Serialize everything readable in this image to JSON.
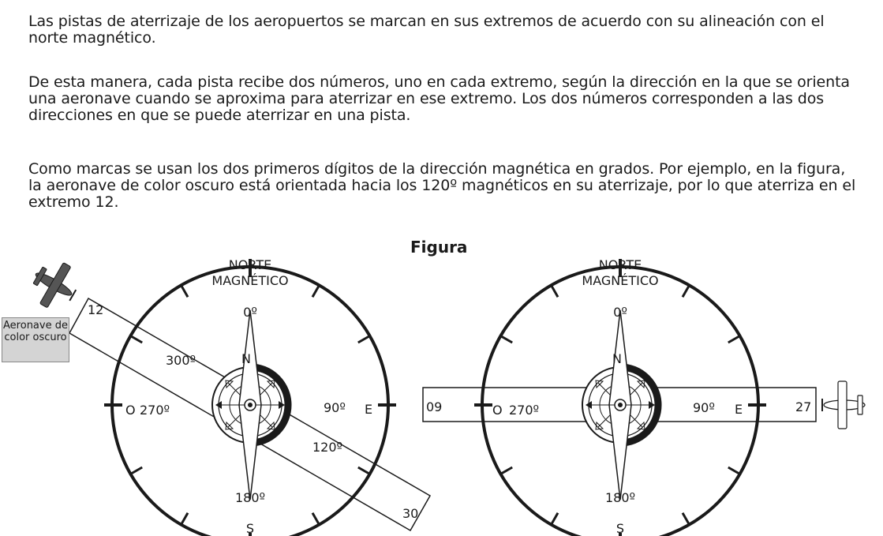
{
  "paragraphs": {
    "p1": "Las pistas de aterrizaje de los aeropuertos se marcan en sus extremos de acuerdo con su alineación con el norte magnético.",
    "p2": "De esta manera, cada pista recibe dos números, uno en cada extremo, según la dirección en la que se orienta una aeronave cuando se aproxima para aterrizar en ese extremo. Los dos números corresponden a las dos direcciones en que se puede aterrizar en una pista.",
    "p3": "Como marcas se usan los dos primeros dígitos de la dirección magnética en grados. Por ejemplo, en la figura, la aeronave de color oscuro está orientada hacia los 120º magnéticos en su aterrizaje, por lo que aterriza en el extremo 12."
  },
  "figure": {
    "title": "Figura",
    "callout": "Aeronave de color oscuro",
    "left": {
      "north_label_1": "NORTE",
      "north_label_2": "MAGNÉTICO",
      "deg_0": "0º",
      "deg_90": "90º",
      "deg_180": "180º",
      "deg_270": "270º",
      "deg_300": "300º",
      "deg_120": "120º",
      "card_n": "N",
      "card_e": "E",
      "card_s": "S",
      "card_o": "O",
      "runway_end_a": "12",
      "runway_end_b": "30"
    },
    "right": {
      "north_label_1": "NORTE",
      "north_label_2": "MAGNÉTICO",
      "deg_0": "0º",
      "deg_90": "90º",
      "deg_180": "180º",
      "deg_270": "270º",
      "card_n": "N",
      "card_e": "E",
      "card_s": "S",
      "card_o": "O",
      "runway_end_a": "09",
      "runway_end_b": "27"
    }
  },
  "colors": {
    "dark_plane": "#555555",
    "callout_bg": "#d4d4d4",
    "line": "#1a1a1a"
  }
}
